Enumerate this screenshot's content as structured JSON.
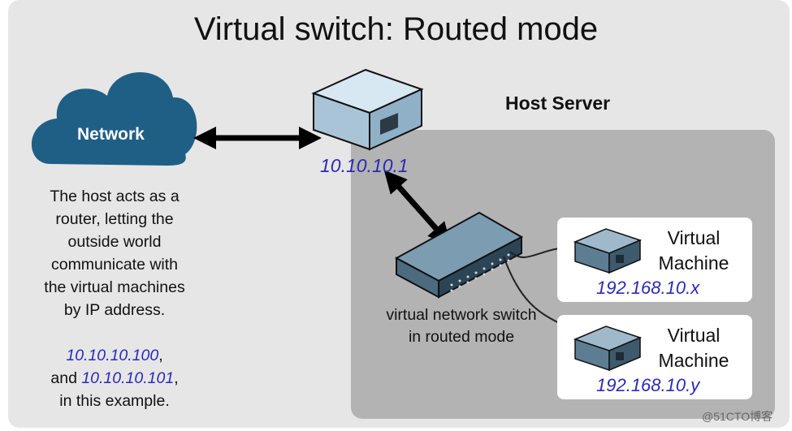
{
  "title": "Virtual switch: Routed mode",
  "host_label": "Host Server",
  "network": {
    "label": "Network",
    "icon": "cloud-icon",
    "color": "#1f5f86"
  },
  "router": {
    "ip": "10.10.10.1",
    "icon": "router-icon"
  },
  "description": {
    "lines": [
      "The host acts as a",
      "router, letting the",
      "outside world",
      "communicate with",
      "the virtual machines",
      "by IP address."
    ],
    "ip_a": "10.10.10.100",
    "after_a": ",",
    "and_text": "and ",
    "ip_b": "10.10.10.101",
    "after_b": ",",
    "last_line": "in this example."
  },
  "switch": {
    "label_lines": [
      "virtual network switch",
      "in routed mode"
    ],
    "icon": "network-switch-icon"
  },
  "vms": [
    {
      "label_lines": [
        "Virtual",
        "Machine"
      ],
      "ip": "192.168.10.x",
      "icon": "server-icon"
    },
    {
      "label_lines": [
        "Virtual",
        "Machine"
      ],
      "ip": "192.168.10.y",
      "icon": "server-icon"
    }
  ],
  "colors": {
    "ip_text": "#2a2ab8",
    "background": "#e6e6e6",
    "host_box": "#b3b3b3"
  },
  "watermark": "@51CTO博客"
}
